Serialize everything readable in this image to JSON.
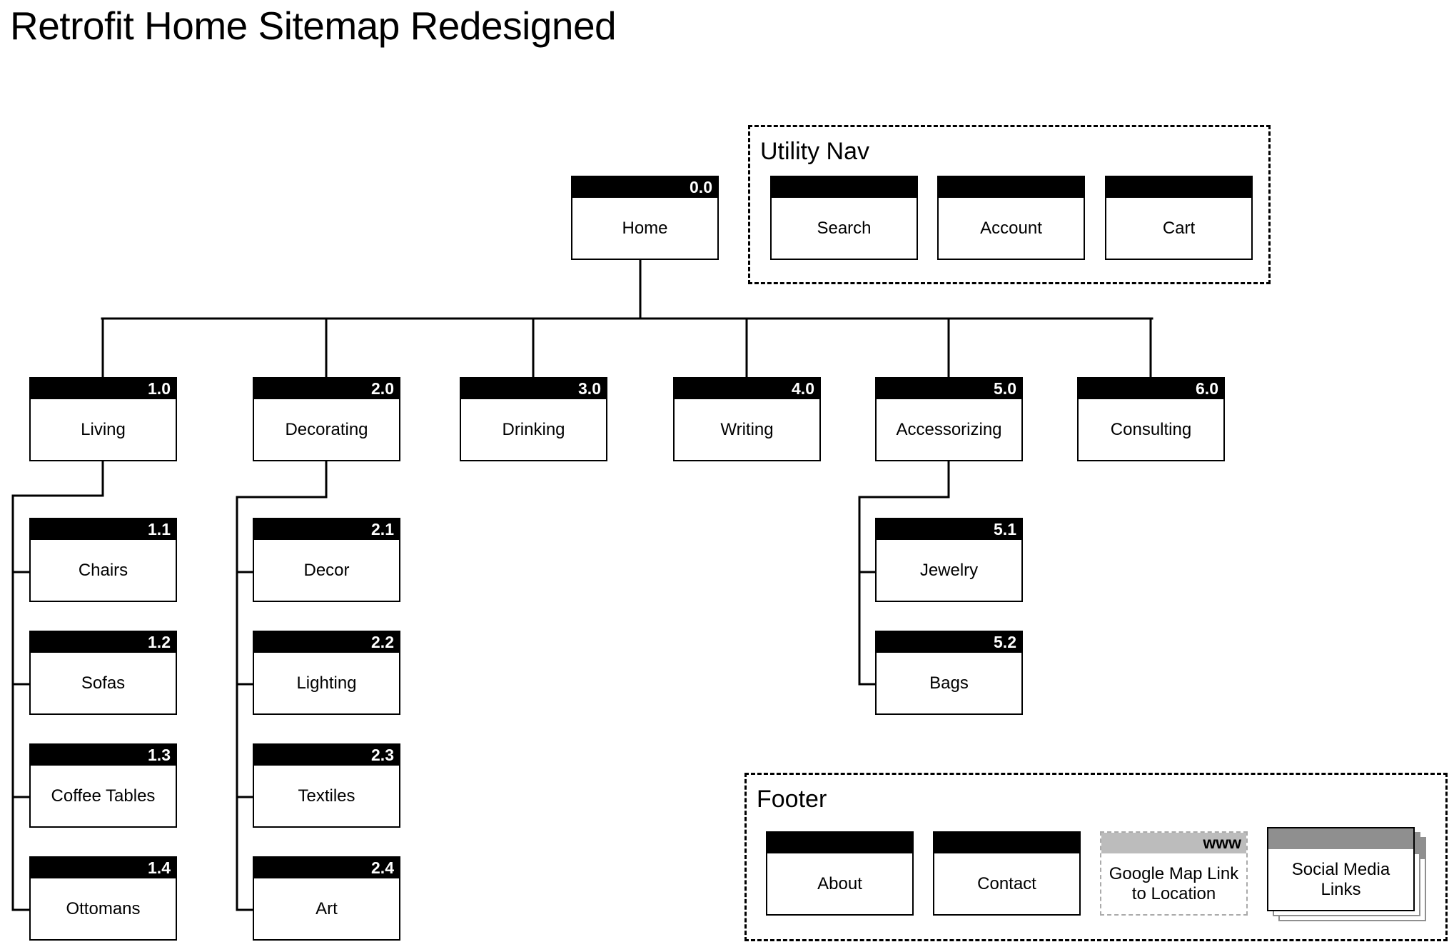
{
  "title": "Retrofit Home Sitemap Redesigned",
  "home": {
    "id": "0.0",
    "label": "Home"
  },
  "sections": [
    {
      "id": "1.0",
      "label": "Living",
      "children": [
        {
          "id": "1.1",
          "label": "Chairs"
        },
        {
          "id": "1.2",
          "label": "Sofas"
        },
        {
          "id": "1.3",
          "label": "Coffee Tables"
        },
        {
          "id": "1.4",
          "label": "Ottomans"
        }
      ]
    },
    {
      "id": "2.0",
      "label": "Decorating",
      "children": [
        {
          "id": "2.1",
          "label": "Decor"
        },
        {
          "id": "2.2",
          "label": "Lighting"
        },
        {
          "id": "2.3",
          "label": "Textiles"
        },
        {
          "id": "2.4",
          "label": "Art"
        }
      ]
    },
    {
      "id": "3.0",
      "label": "Drinking",
      "children": []
    },
    {
      "id": "4.0",
      "label": "Writing",
      "children": []
    },
    {
      "id": "5.0",
      "label": "Accessorizing",
      "children": [
        {
          "id": "5.1",
          "label": "Jewelry"
        },
        {
          "id": "5.2",
          "label": "Bags"
        }
      ]
    },
    {
      "id": "6.0",
      "label": "Consulting",
      "children": []
    }
  ],
  "utility_nav": {
    "label": "Utility Nav",
    "items": [
      {
        "label": "Search"
      },
      {
        "label": "Account"
      },
      {
        "label": "Cart"
      }
    ]
  },
  "footer": {
    "label": "Footer",
    "items": [
      {
        "label": "About"
      },
      {
        "label": "Contact"
      }
    ],
    "external_link": {
      "badge": "www",
      "label": "Google Map Link to Location"
    },
    "multi_page": {
      "label": "Social Media Links"
    }
  },
  "colors": {
    "node_bar": "#000000",
    "external_bar": "#bcbcbc",
    "multi_bar": "#8f8f8f"
  }
}
